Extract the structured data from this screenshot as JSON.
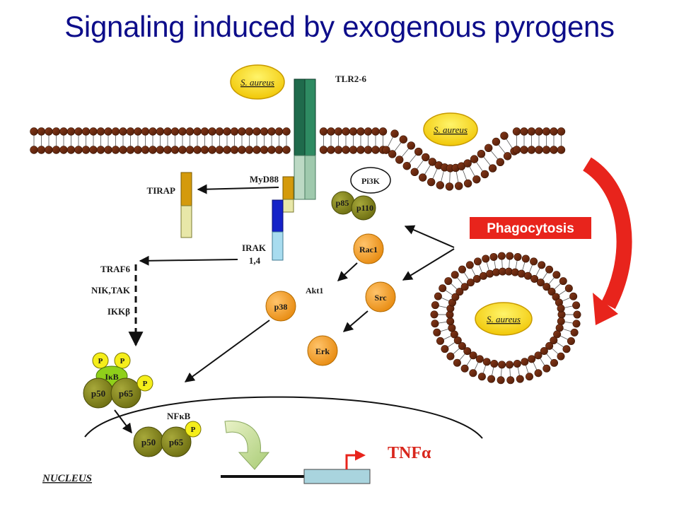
{
  "title": "Signaling induced by exogenous pyrogens",
  "pathogen_label": "S. aureus",
  "receptor": {
    "label": "TLR2-6"
  },
  "adaptors": {
    "myd88": "MyD88",
    "tirap": "TIRAP",
    "irak": "IRAK",
    "irak_sub": "1,4"
  },
  "cascade": {
    "traf6": "TRAF6",
    "nik_tak": "NIK,TAK",
    "ikkb": "IKKβ"
  },
  "pi3k": {
    "label": "Pi3K",
    "p85": "p85",
    "p110": "p110"
  },
  "kinases": {
    "rac1": "Rac1",
    "akt1": "Akt1",
    "src": "Src",
    "p38": "p38",
    "erk": "Erk"
  },
  "complex": {
    "p": "P",
    "ikb": "IκB",
    "p50": "p50",
    "p65": "p65",
    "nfkb": "NFκB"
  },
  "phagocytosis_label": "Phagocytosis",
  "nucleus_label": "NUCLEUS",
  "gene_label": "TNFα",
  "colors": {
    "title": "#0d0d8a",
    "lipid_head": "#6b2a10",
    "receptor": "#2e7d5b",
    "kinase": "#f4a229",
    "complex": "#8a8c1c",
    "phospho": "#f5ee1a",
    "phagocytosis": "#e8241c",
    "gene_box": "#a9d4de"
  }
}
